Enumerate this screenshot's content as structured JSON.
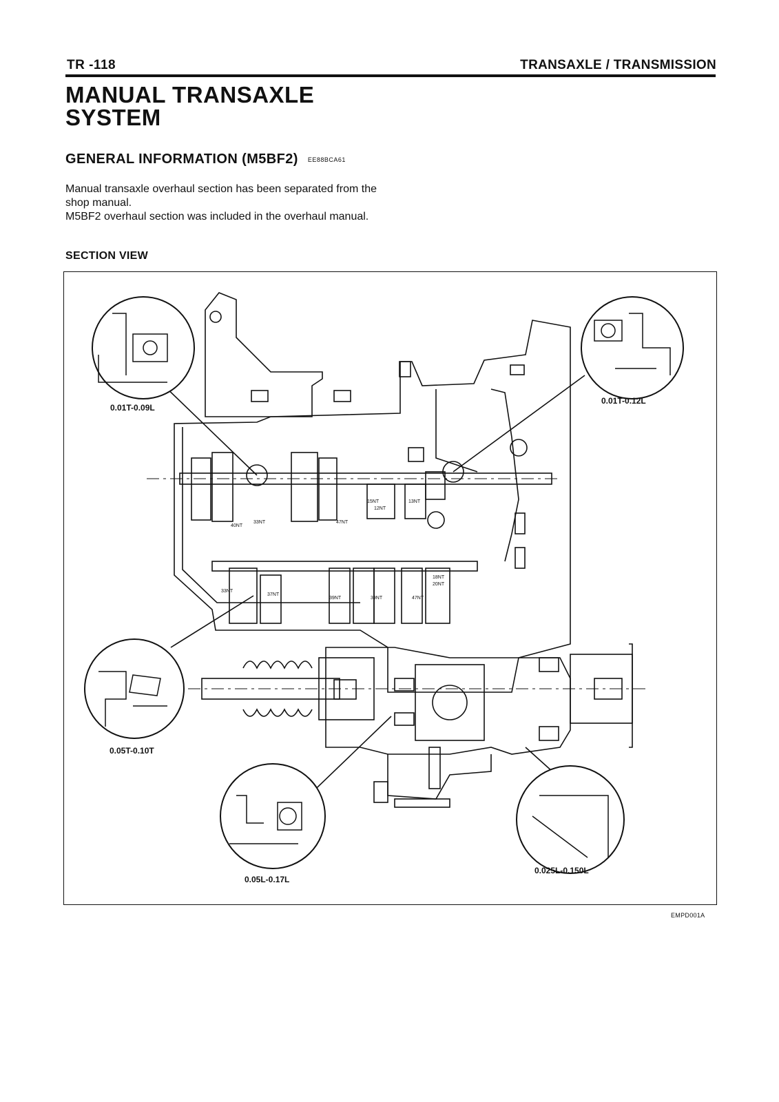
{
  "header": {
    "page_number": "TR -118",
    "section": "TRANSAXLE / TRANSMISSION"
  },
  "title": {
    "line1": "MANUAL TRANSAXLE",
    "line2": "SYSTEM"
  },
  "general_info": {
    "heading": "GENERAL INFORMATION (M5BF2)",
    "code": "EE88BCA61",
    "paragraph1": "Manual transaxle overhaul section has been separated from the shop manual.",
    "paragraph2": "M5BF2 overhaul section was included in the overhaul manual."
  },
  "section_view": {
    "heading": "SECTION VIEW",
    "figure_code": "EMPD001A",
    "detail_labels": {
      "top_left": "0.01T-0.09L",
      "top_right": "0.01T-0.12L",
      "middle_left": "0.05T-0.10T",
      "bottom_center": "0.05L-0.17L",
      "bottom_right": "0.025L-0.150L"
    },
    "gear_labels": [
      "40NT",
      "33NT",
      "15NT",
      "12NT",
      "13NT",
      "47NT",
      "33NT",
      "37NT",
      "39NT",
      "39NT",
      "47NT",
      "18NT",
      "20NT"
    ]
  }
}
